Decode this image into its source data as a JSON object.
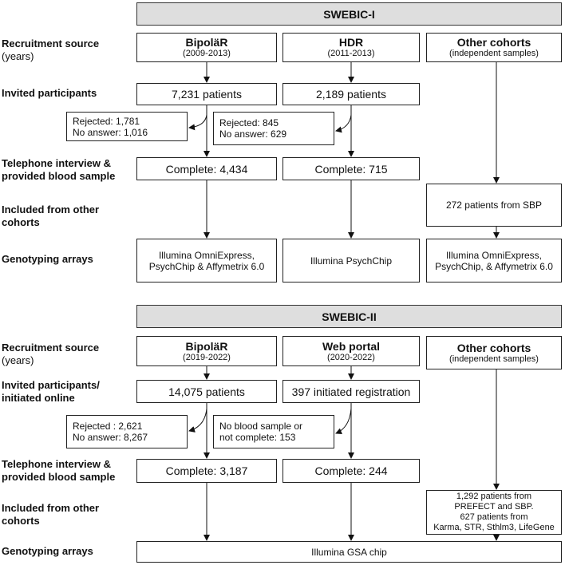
{
  "s1": {
    "header": "SWEBIC-I",
    "labels": {
      "recruit_line1": "Recruitment source",
      "recruit_line2": "(years)",
      "invited": "Invited participants",
      "tel_line1": "Telephone interview &",
      "tel_line2": "provided blood sample",
      "incl_line1": "Included from other",
      "incl_line2": "cohorts",
      "geno": "Genotyping arrays"
    },
    "sources": [
      {
        "name": "BipoläR",
        "years": "(2009-2013)"
      },
      {
        "name": "HDR",
        "years": "(2011-2013)"
      },
      {
        "name": "Other cohorts",
        "years": "(independent samples)"
      }
    ],
    "invited": [
      "7,231 patients",
      "2,189 patients"
    ],
    "rejected": [
      {
        "line1": "Rejected: 1,781",
        "line2": "No answer: 1,016"
      },
      {
        "line1": "Rejected: 845",
        "line2": "No answer: 629"
      }
    ],
    "complete": [
      "Complete: 4,434",
      "Complete: 715"
    ],
    "included_other": "272 patients from SBP",
    "arrays": [
      {
        "line1": "Illumina OmniExpress,",
        "line2": "PsychChip & Affymetrix 6.0"
      },
      {
        "line1": "Illumina PsychChip",
        "line2": ""
      },
      {
        "line1": "Illumina OmniExpress,",
        "line2": "PsychChip, & Affymetrix 6.0"
      }
    ]
  },
  "s2": {
    "header": "SWEBIC-II",
    "labels": {
      "recruit_line1": "Recruitment source",
      "recruit_line2": "(years)",
      "invited_line1": "Invited participants/",
      "invited_line2": "initiated online",
      "tel_line1": "Telephone interview &",
      "tel_line2": "provided blood sample",
      "incl_line1": "Included from other",
      "incl_line2": "cohorts",
      "geno": "Genotyping arrays"
    },
    "sources": [
      {
        "name": "BipoläR",
        "years": "(2019-2022)"
      },
      {
        "name": "Web portal",
        "years": "(2020-2022)"
      },
      {
        "name": "Other cohorts",
        "years": "(independent samples)"
      }
    ],
    "invited": [
      "14,075 patients",
      "397 initiated registration"
    ],
    "rejected": [
      {
        "line1": "Rejected : 2,621",
        "line2": "No answer: 8,267"
      },
      {
        "line1": "No blood sample or",
        "line2": "not complete: 153"
      }
    ],
    "complete": [
      "Complete: 3,187",
      "Complete: 244"
    ],
    "included_other": [
      "1,292 patients from",
      "PREFECT and SBP.",
      "627 patients from",
      "Karma, STR, Sthlm3, LifeGene"
    ],
    "array": "Illumina GSA chip"
  }
}
